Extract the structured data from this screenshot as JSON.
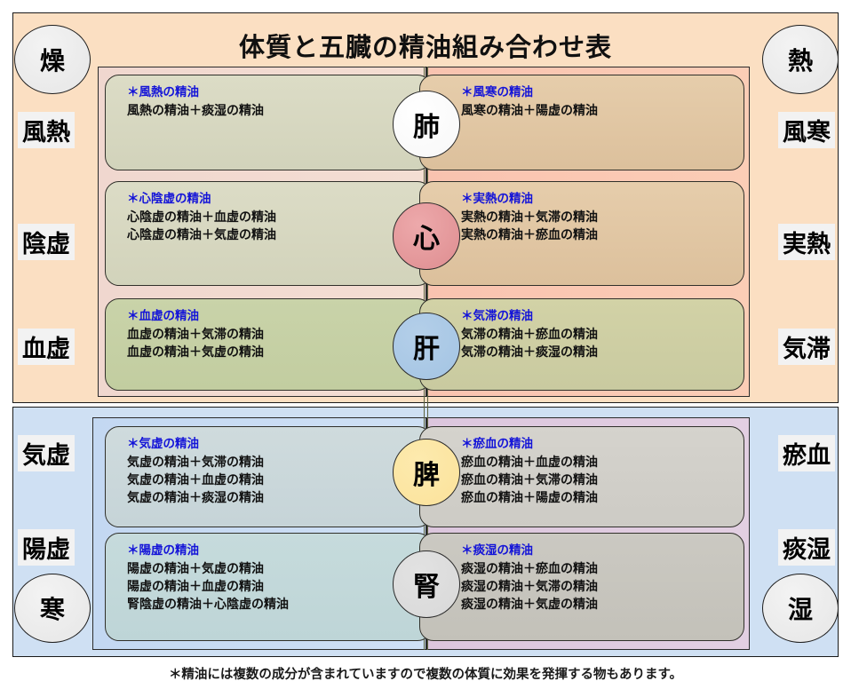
{
  "title": "体質と五臓の精油組み合わせ表",
  "footnote": "＊精油には複数の成分が含まれていますので複数の体質に効果を発揮する物もあります。",
  "corner_badges": {
    "top_left": "燥",
    "top_right": "熱",
    "bottom_left": "寒",
    "bottom_right": "湿"
  },
  "left_labels": [
    "風熱",
    "陰虚",
    "血虚",
    "気虚",
    "陽虚"
  ],
  "right_labels": [
    "風寒",
    "実熱",
    "気滞",
    "瘀血",
    "痰湿"
  ],
  "organs": [
    {
      "name": "肺",
      "color": "#ffffff"
    },
    {
      "name": "心",
      "color": "#e59b9e"
    },
    {
      "name": "肝",
      "color": "#aac9e6"
    },
    {
      "name": "脾",
      "color": "#fce5a0"
    },
    {
      "name": "腎",
      "color": "#dcdcdc"
    }
  ],
  "rows": [
    {
      "organ": "肺",
      "left": {
        "heading": "＊風熱の精油",
        "lines": [
          "風熱の精油＋痰湿の精油"
        ]
      },
      "right": {
        "heading": "＊風寒の精油",
        "lines": [
          "風寒の精油＋陽虚の精油"
        ]
      }
    },
    {
      "organ": "心",
      "left": {
        "heading": "＊心陰虚の精油",
        "lines": [
          "心陰虚の精油＋血虚の精油",
          "心陰虚の精油＋気虚の精油"
        ]
      },
      "right": {
        "heading": "＊実熱の精油",
        "lines": [
          "実熱の精油＋気滞の精油",
          "実熱の精油＋瘀血の精油"
        ]
      }
    },
    {
      "organ": "肝",
      "left": {
        "heading": "＊血虚の精油",
        "lines": [
          "血虚の精油＋気滞の精油",
          "血虚の精油＋気虚の精油"
        ]
      },
      "right": {
        "heading": "＊気滞の精油",
        "lines": [
          "気滞の精油＋瘀血の精油",
          "気滞の精油＋痰湿の精油"
        ]
      }
    },
    {
      "organ": "脾",
      "left": {
        "heading": "＊気虚の精油",
        "lines": [
          "気虚の精油＋気滞の精油",
          "気虚の精油＋血虚の精油",
          "気虚の精油＋痰湿の精油"
        ]
      },
      "right": {
        "heading": "＊瘀血の精油",
        "lines": [
          "瘀血の精油＋血虚の精油",
          "瘀血の精油＋気滞の精油",
          "瘀血の精油＋陽虚の精油"
        ]
      }
    },
    {
      "organ": "腎",
      "left": {
        "heading": "＊陽虚の精油",
        "lines": [
          "陽虚の精油＋気虚の精油",
          "陽虚の精油＋血虚の精油",
          "腎陰虚の精油＋心陰虚の精油"
        ]
      },
      "right": {
        "heading": "＊痰湿の精油",
        "lines": [
          "痰湿の精油＋瘀血の精油",
          "痰湿の精油＋気滞の精油",
          "痰湿の精油＋気虚の精油"
        ]
      }
    }
  ],
  "colors": {
    "section_top_bg": "#fbdfc2",
    "section_bottom_bg": "#cfe0f3",
    "heading_text": "#1414d8",
    "body_text": "#111111"
  }
}
